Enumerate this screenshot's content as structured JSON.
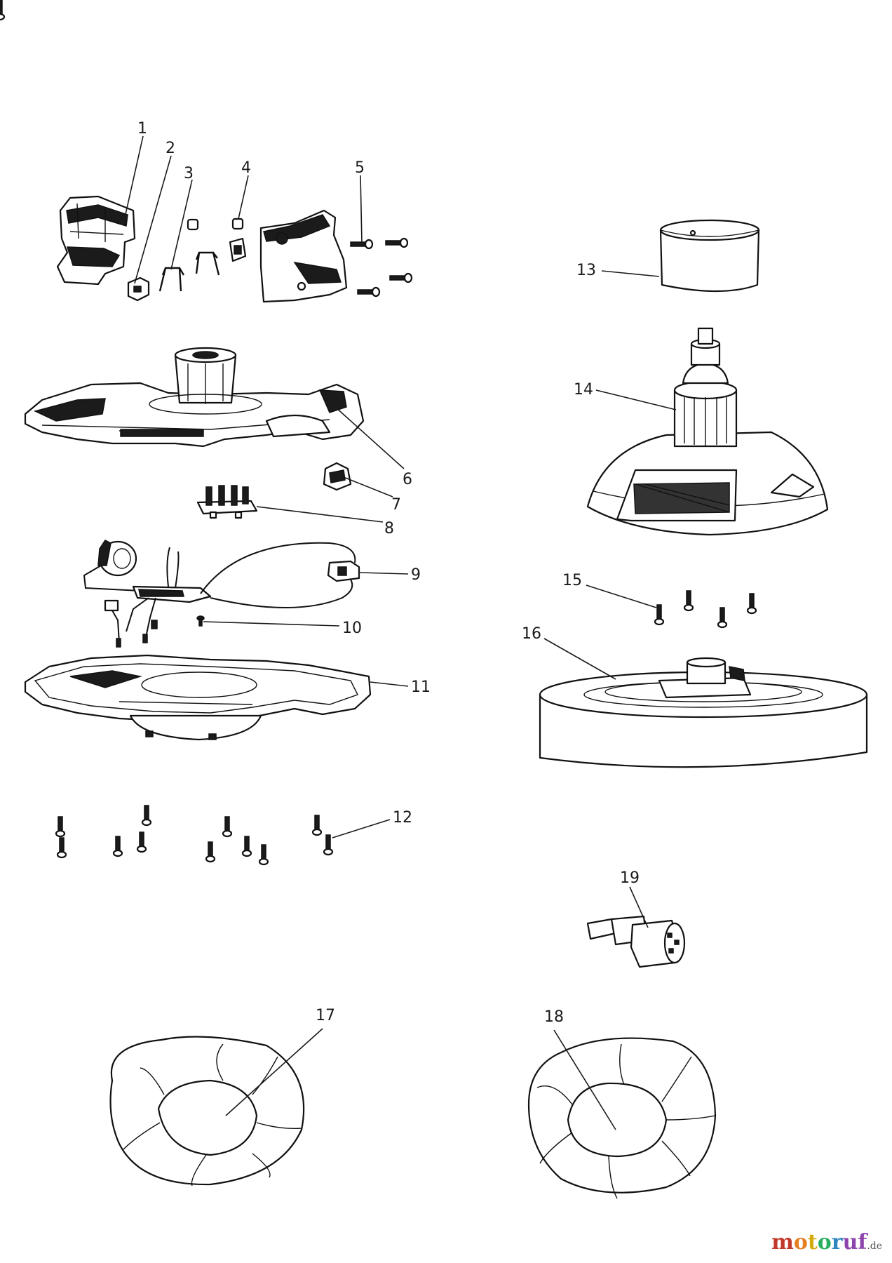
{
  "diagram": {
    "parts": [
      {
        "id": "p1",
        "label": "1"
      },
      {
        "id": "p2",
        "label": "2"
      },
      {
        "id": "p3",
        "label": "3"
      },
      {
        "id": "p4",
        "label": "4"
      },
      {
        "id": "p5",
        "label": "5"
      },
      {
        "id": "p6",
        "label": "6"
      },
      {
        "id": "p7",
        "label": "7"
      },
      {
        "id": "p8",
        "label": "8"
      },
      {
        "id": "p9",
        "label": "9"
      },
      {
        "id": "p10",
        "label": "10"
      },
      {
        "id": "p11",
        "label": "11"
      },
      {
        "id": "p12",
        "label": "12"
      },
      {
        "id": "p13",
        "label": "13"
      },
      {
        "id": "p14",
        "label": "14"
      },
      {
        "id": "p15",
        "label": "15"
      },
      {
        "id": "p16",
        "label": "16"
      },
      {
        "id": "p17",
        "label": "17"
      },
      {
        "id": "p18",
        "label": "18"
      },
      {
        "id": "p19",
        "label": "19"
      }
    ]
  },
  "watermark": {
    "letters": [
      "m",
      "o",
      "t",
      "o",
      "r",
      "uf"
    ],
    "tld": ".de"
  }
}
